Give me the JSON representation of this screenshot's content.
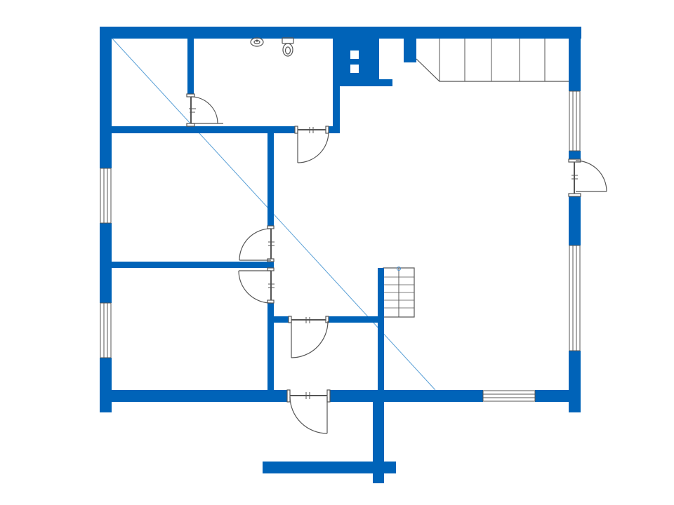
{
  "plan": {
    "wall_color": "#0063B8",
    "line_color": "#555555",
    "section_line_color": "#5aa0d6",
    "background": "#FFFFFF"
  },
  "rooms": [
    {
      "id": "corner-room"
    },
    {
      "id": "bathroom"
    },
    {
      "id": "bedroom-1"
    },
    {
      "id": "bedroom-2"
    },
    {
      "id": "hall"
    },
    {
      "id": "living-area"
    }
  ],
  "fixtures": [
    {
      "id": "washbasin",
      "icon": "sink-icon"
    },
    {
      "id": "toilet",
      "icon": "toilet-icon"
    },
    {
      "id": "main-staircase",
      "icon": "staircase-icon"
    },
    {
      "id": "small-staircase",
      "icon": "staircase-icon"
    }
  ]
}
